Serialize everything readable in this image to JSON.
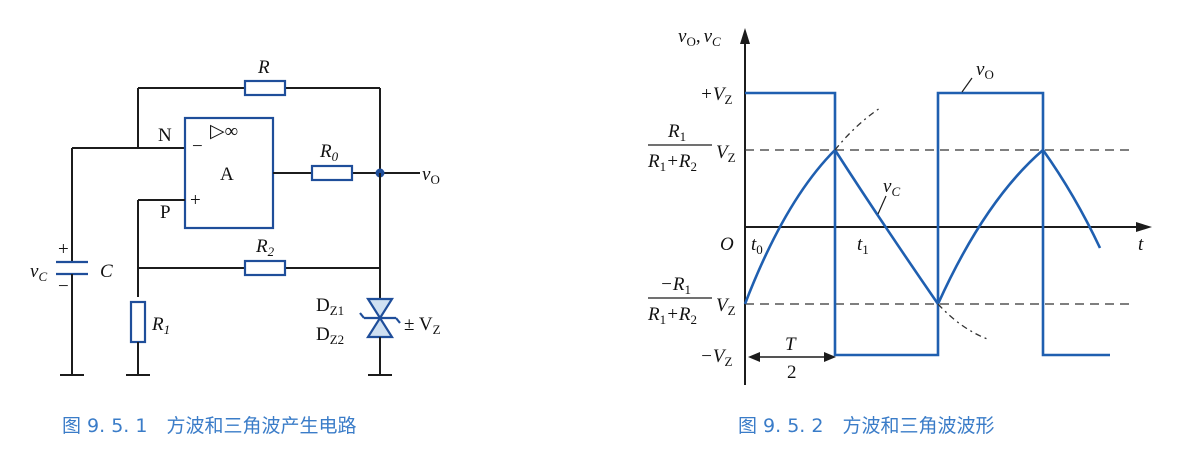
{
  "fig1": {
    "caption": "图 9. 5. 1　方波和三角波产生电路",
    "labels": {
      "R": "R",
      "N": "N",
      "P": "P",
      "A": "A",
      "inf": "▷∞",
      "minus": "−",
      "plus": "+",
      "R0": "R",
      "R0sub": "0",
      "vO": "v",
      "vOsub": "O",
      "R2": "R",
      "R2sub": "2",
      "R1": "R",
      "R1sub": "1",
      "vC": "v",
      "vCsub": "C",
      "C": "C",
      "capPlus": "+",
      "capMinus": "−",
      "DZ1": "D",
      "DZ1sub": "Z1",
      "DZ2": "D",
      "DZ2sub": "Z2",
      "pmVZ": "± V",
      "pmVZsub": "Z"
    }
  },
  "fig2": {
    "caption": "图 9. 5. 2　方波和三角波波形",
    "labels": {
      "yaxisA": "v",
      "yaxisAsub": "O",
      "yaxisSep": ",",
      "yaxisB": "v",
      "yaxisBsub": "C",
      "plusVZ": "+V",
      "plusVZsub": "Z",
      "fracR1": "R",
      "fracR1sub": "1",
      "fracDen": "R",
      "fracDenSub1": "1",
      "fracDenPlus": "+R",
      "fracDenSub2": "2",
      "fracVZ": "V",
      "fracVZsub": "Z",
      "negR1": "−R",
      "negR1sub": "1",
      "negDen": "R",
      "negDenSub1": "1",
      "negDenPlus": "+R",
      "negDenSub2": "2",
      "negVZ": "V",
      "negVZsub": "Z",
      "minusVZ": "−V",
      "minusVZsub": "Z",
      "O": "O",
      "t": "t",
      "t0": "t",
      "t0sub": "0",
      "t1": "t",
      "t1sub": "1",
      "T": "T",
      "Tden": "2",
      "vOcurve": "v",
      "vOcurveSub": "O",
      "vCcurve": "v",
      "vCcurveSub": "C"
    }
  }
}
